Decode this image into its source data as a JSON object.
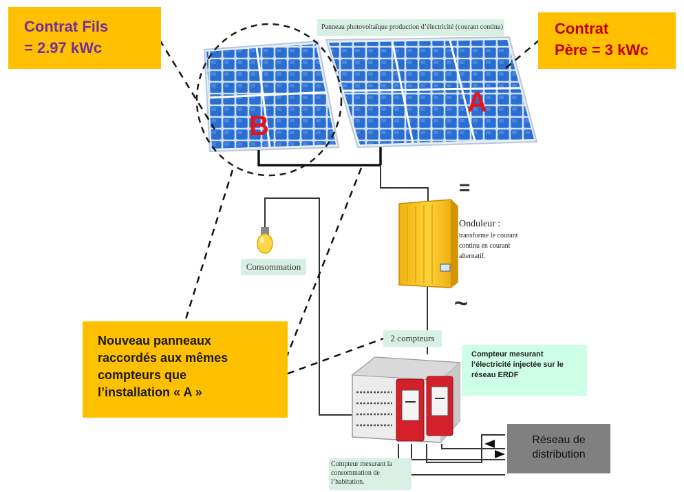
{
  "labels": {
    "contrat_fils": "Contrat Fils\n= 2.97 kWc",
    "contrat_pere": "Contrat\nPère = 3 kWc",
    "nouveau": "Nouveau panneaux\nraccordés aux mêmes\ncompteurs que\nl’installation « A »",
    "panneau": "Panneau photovoltaïque  production d’électricité (courant continu)",
    "consommation": "Consommation",
    "deux_compteurs": "2 compteurs",
    "onduleur_title": "Onduleur :",
    "onduleur_desc": "transforme le courant continu en courant alternatif.",
    "compteur_injecte": "Compteur mesurant l’électricité injectée sur le réseau ERDF",
    "compteur_habitation": "Compteur mesurant la consommation de l’habitation.",
    "reseau": "Réseau de\ndistribution",
    "letter_a": "A",
    "letter_b": "B",
    "dc_sign": "=",
    "ac_sign": "~"
  },
  "colors": {
    "callout_orange": "#ffc000",
    "fils_text": "#7030a0",
    "pere_text": "#c00000",
    "panel_blue": "#2a6ed1",
    "letter_red": "#e8131a",
    "inverter_yellow": "#f7c21b",
    "meter_red": "#d4202a",
    "label_mint": "#d7f0e3",
    "reseau_gray": "#808080"
  }
}
